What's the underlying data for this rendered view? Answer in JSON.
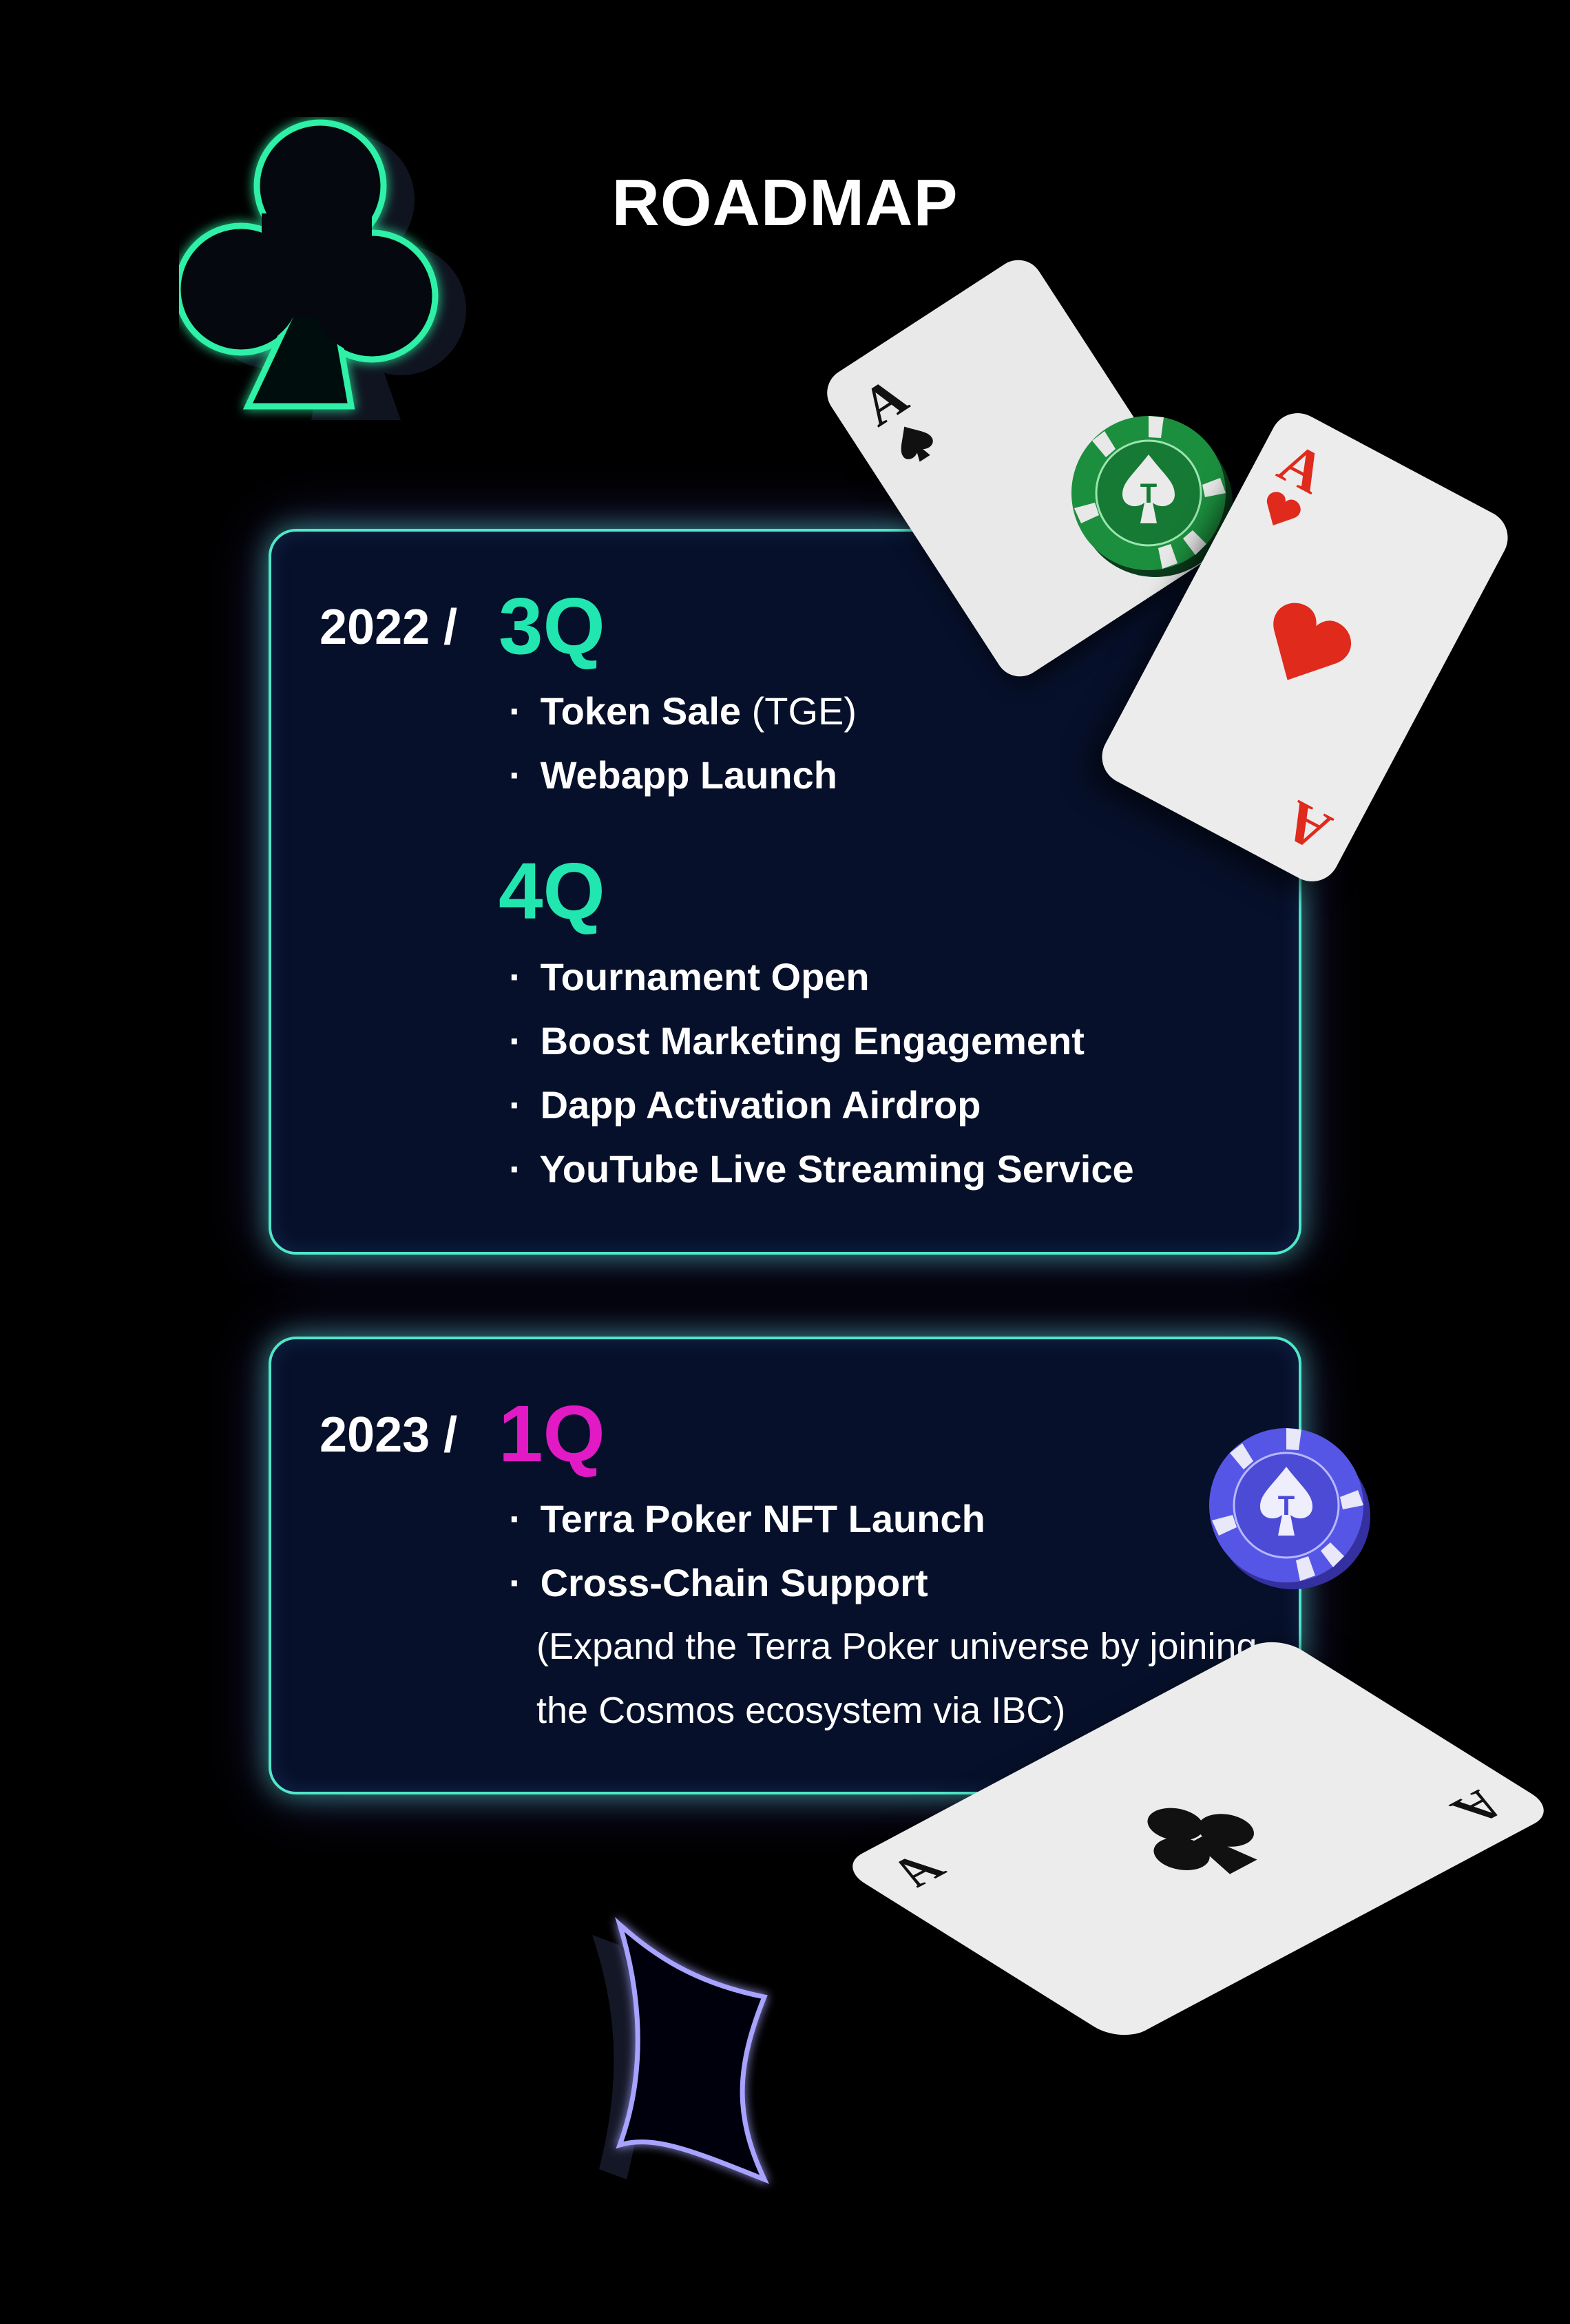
{
  "title": "ROADMAP",
  "colors": {
    "background": "#000000",
    "panel": "#07102a",
    "quarter_green": "#22e6b0",
    "quarter_pink": "#e21ac6",
    "glow": "#4fe8c8"
  },
  "roadmap": [
    {
      "year": "2022 /",
      "quarters": [
        {
          "label": "3Q",
          "items": [
            {
              "bullet": "·",
              "text": "Token Sale",
              "note": "(TGE)"
            },
            {
              "bullet": "·",
              "text": "Webapp Launch"
            }
          ]
        },
        {
          "label": "4Q",
          "items": [
            {
              "bullet": "·",
              "text": "Tournament Open"
            },
            {
              "bullet": "·",
              "text": "Boost Marketing Engagement"
            },
            {
              "bullet": "·",
              "text": "Dapp Activation Airdrop"
            },
            {
              "bullet": "·",
              "text": "YouTube Live Streaming Service"
            }
          ]
        }
      ]
    },
    {
      "year": "2023 /",
      "quarters": [
        {
          "label": "1Q",
          "items": [
            {
              "bullet": "·",
              "text": "Terra Poker NFT Launch"
            },
            {
              "bullet": "·",
              "text": "Cross-Chain Support"
            }
          ],
          "description_lines": [
            "(Expand the Terra Poker universe by joining",
            "the Cosmos ecosystem via IBC)"
          ]
        }
      ]
    }
  ],
  "decorations": {
    "card_rank": "A",
    "club_icon": "club-icon",
    "spade_icon": "spade-icon",
    "heart_icon": "heart-icon",
    "diamond_icon": "diamond-icon",
    "chip_icon": "poker-chip-icon"
  }
}
